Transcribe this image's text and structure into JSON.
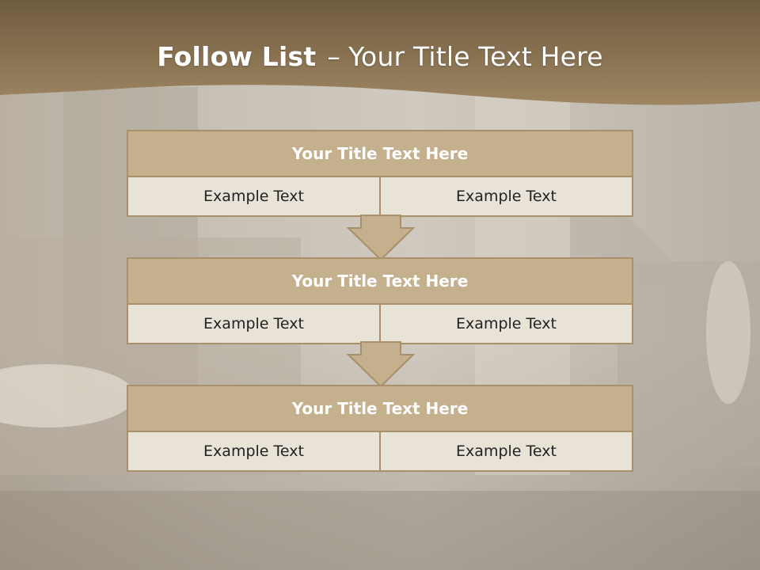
{
  "slide": {
    "title_bold": "Follow List",
    "title_dash": "–",
    "title_rest": "Your Title Text Here"
  },
  "blocks": [
    {
      "heading": "Your Title Text Here",
      "left": "Example Text",
      "right": "Example Text"
    },
    {
      "heading": "Your Title Text Here",
      "left": "Example Text",
      "right": "Example Text"
    },
    {
      "heading": "Your Title Text Here",
      "left": "Example Text",
      "right": "Example Text"
    }
  ],
  "colors": {
    "header": "#8c7554",
    "box_head": "#c5b08e",
    "box_border": "#a8906a",
    "cell_bg": "#e8e2d7"
  }
}
